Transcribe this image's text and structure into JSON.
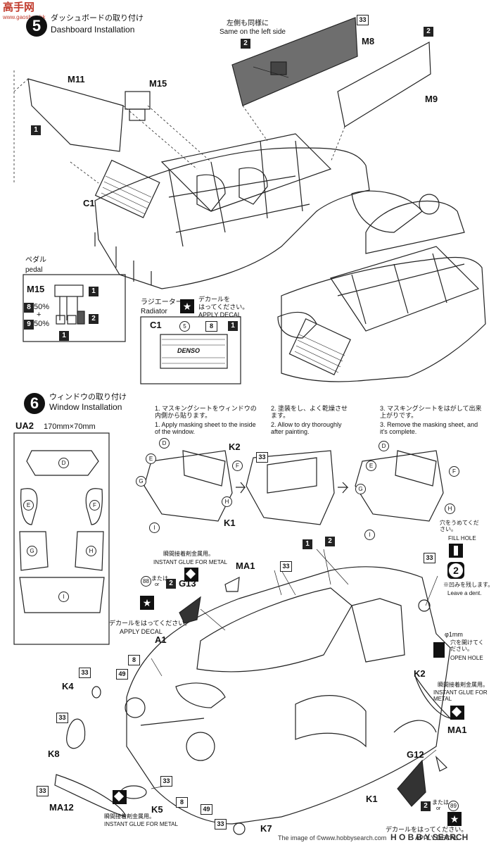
{
  "watermark": {
    "logo_text": "高手网",
    "url": "www.gaoshou.hk"
  },
  "step5": {
    "number": "5",
    "title_jp": "ダッシュボードの取り付け",
    "title_en": "Dashboard Installation",
    "note_jp": "左側も同様に",
    "note_en": "Same on the left side",
    "parts": {
      "m8": "M8",
      "m9": "M9",
      "m11": "M11",
      "m15": "M15",
      "c1": "C1"
    },
    "tags": {
      "t33": "33",
      "t2a": "2",
      "t2b": "2",
      "t1": "1"
    },
    "pedal": {
      "label_jp": "ペダル",
      "label_en": "pedal",
      "part": "M15",
      "c8": "8",
      "pct8": "50%",
      "plus": "+",
      "c9": "9",
      "pct9": "50%",
      "c1a": "1",
      "c2": "2",
      "c1b": "1"
    },
    "radiator": {
      "label_jp": "ラジエーター",
      "label_en": "Radiator",
      "decal_jp1": "デカールを",
      "decal_jp2": "はってください。",
      "decal_en": "APPLY DECAL",
      "part": "C1",
      "c5": "5",
      "c8": "8",
      "c1": "1",
      "brand": "DENSO"
    }
  },
  "step6": {
    "number": "6",
    "title_jp": "ウィンドウの取り付け",
    "title_en": "Window Installation",
    "ua2": "UA2",
    "ua2_size": "170mm×70mm",
    "windows": [
      "D",
      "E",
      "F",
      "G",
      "H",
      "I"
    ],
    "inst1_jp": "1. マスキングシートをウィンドウの内側から貼ります。",
    "inst1_en": "1. Apply masking sheet to the inside of the window.",
    "inst2_jp": "2. 塗装をし、よく乾燥させます。",
    "inst2_en": "2. Allow to dry thoroughly after painting.",
    "inst3_jp": "3. マスキングシートをはがして出来上がりです。",
    "inst3_en": "3. Remove the masking sheet, and it's complete.",
    "k2": "K2",
    "k1": "K1",
    "c33": "33",
    "glue_jp": "瞬間接着剤金属用。",
    "glue_en": "INSTANT GLUE FOR METAL",
    "fill_jp": "穴をうめてください。",
    "fill_en": "FILL HOLE",
    "dent_jp": "※凹みを残します。",
    "dent_en": "Leave a dent.",
    "open_size": "φ1mm",
    "open_jp": "穴を開けてください。",
    "open_en": "OPEN HOLE",
    "decal_jp": "デカールをはってください。",
    "decal_en": "APPLY DECAL",
    "or_jp": "または",
    "or_en": "or",
    "parts": {
      "ma1": "MA1",
      "g13": "G13",
      "a1": "A1",
      "k4": "K4",
      "k8": "K8",
      "ma12": "MA12",
      "k5": "K5",
      "k7": "K7",
      "k2b": "K2",
      "ma1b": "MA1",
      "g12": "G12",
      "k1b": "K1"
    },
    "nums": {
      "n88": "88",
      "n89": "89",
      "n49": "49",
      "n8": "8",
      "n33": "33",
      "n2": "2",
      "n1": "1"
    }
  },
  "footer": {
    "credit": "The image of ©www.hobbysearch.com",
    "logo": "H O B B Y SEARCH"
  }
}
